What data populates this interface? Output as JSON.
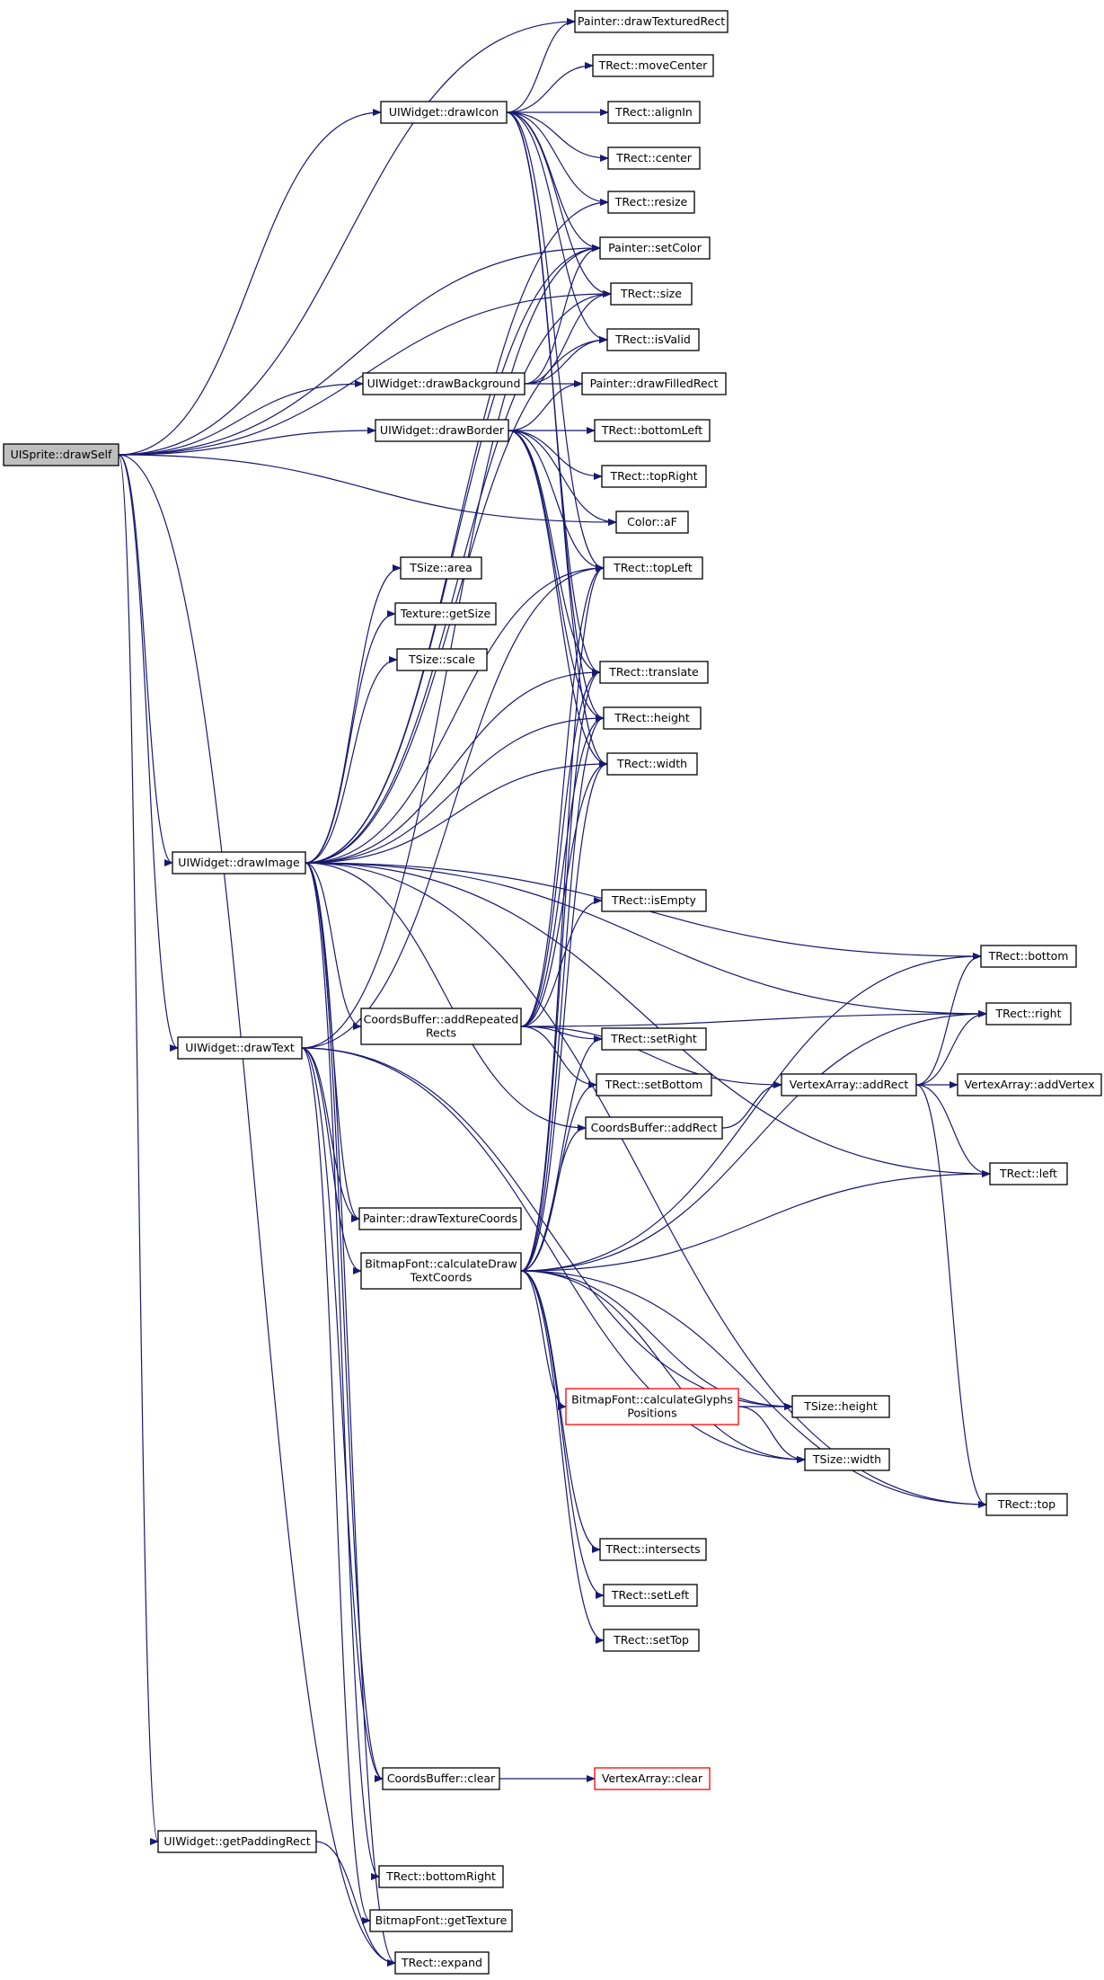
{
  "diagram": {
    "type": "call-graph",
    "edge_color": "#191970",
    "root_fill": "#bfbfbf",
    "highlight_border": "#ff0000",
    "nodes": [
      {
        "id": "drawSelf",
        "lines": [
          "UISprite::drawSelf"
        ],
        "root": true
      },
      {
        "id": "drawTexturedRect",
        "lines": [
          "Painter::drawTexturedRect"
        ]
      },
      {
        "id": "drawIcon",
        "lines": [
          "UIWidget::drawIcon"
        ]
      },
      {
        "id": "moveCenter",
        "lines": [
          "TRect::moveCenter"
        ]
      },
      {
        "id": "alignIn",
        "lines": [
          "TRect::alignIn"
        ]
      },
      {
        "id": "center",
        "lines": [
          "TRect::center"
        ]
      },
      {
        "id": "resize",
        "lines": [
          "TRect::resize"
        ]
      },
      {
        "id": "setColor",
        "lines": [
          "Painter::setColor"
        ]
      },
      {
        "id": "rsize",
        "lines": [
          "TRect::size"
        ]
      },
      {
        "id": "isValid",
        "lines": [
          "TRect::isValid"
        ]
      },
      {
        "id": "drawBackground",
        "lines": [
          "UIWidget::drawBackground"
        ]
      },
      {
        "id": "drawFilledRect",
        "lines": [
          "Painter::drawFilledRect"
        ]
      },
      {
        "id": "drawBorder",
        "lines": [
          "UIWidget::drawBorder"
        ]
      },
      {
        "id": "bottomLeft",
        "lines": [
          "TRect::bottomLeft"
        ]
      },
      {
        "id": "topRight",
        "lines": [
          "TRect::topRight"
        ]
      },
      {
        "id": "aF",
        "lines": [
          "Color::aF"
        ]
      },
      {
        "id": "topLeft",
        "lines": [
          "TRect::topLeft"
        ]
      },
      {
        "id": "area",
        "lines": [
          "TSize::area"
        ]
      },
      {
        "id": "getSize",
        "lines": [
          "Texture::getSize"
        ]
      },
      {
        "id": "scale",
        "lines": [
          "TSize::scale"
        ]
      },
      {
        "id": "translate",
        "lines": [
          "TRect::translate"
        ]
      },
      {
        "id": "rheight",
        "lines": [
          "TRect::height"
        ]
      },
      {
        "id": "rwidth",
        "lines": [
          "TRect::width"
        ]
      },
      {
        "id": "drawImage",
        "lines": [
          "UIWidget::drawImage"
        ]
      },
      {
        "id": "isEmpty",
        "lines": [
          "TRect::isEmpty"
        ]
      },
      {
        "id": "bottom",
        "lines": [
          "TRect::bottom"
        ]
      },
      {
        "id": "addRepeatedRects",
        "lines": [
          "CoordsBuffer::addRepeated",
          "Rects"
        ]
      },
      {
        "id": "right",
        "lines": [
          "TRect::right"
        ]
      },
      {
        "id": "drawText",
        "lines": [
          "UIWidget::drawText"
        ]
      },
      {
        "id": "setRight",
        "lines": [
          "TRect::setRight"
        ]
      },
      {
        "id": "setBottom",
        "lines": [
          "TRect::setBottom"
        ]
      },
      {
        "id": "addRectVA",
        "lines": [
          "VertexArray::addRect"
        ]
      },
      {
        "id": "addVertex",
        "lines": [
          "VertexArray::addVertex"
        ]
      },
      {
        "id": "addRectCB",
        "lines": [
          "CoordsBuffer::addRect"
        ]
      },
      {
        "id": "left",
        "lines": [
          "TRect::left"
        ]
      },
      {
        "id": "drawTextureCoords",
        "lines": [
          "Painter::drawTextureCoords"
        ]
      },
      {
        "id": "calcDrawTextCoords",
        "lines": [
          "BitmapFont::calculateDraw",
          "TextCoords"
        ]
      },
      {
        "id": "calcGlyphs",
        "lines": [
          "BitmapFont::calculateGlyphs",
          "Positions"
        ],
        "highlight": true
      },
      {
        "id": "sheight",
        "lines": [
          "TSize::height"
        ]
      },
      {
        "id": "swidth",
        "lines": [
          "TSize::width"
        ]
      },
      {
        "id": "top",
        "lines": [
          "TRect::top"
        ]
      },
      {
        "id": "intersects",
        "lines": [
          "TRect::intersects"
        ]
      },
      {
        "id": "setLeft",
        "lines": [
          "TRect::setLeft"
        ]
      },
      {
        "id": "setTop",
        "lines": [
          "TRect::setTop"
        ]
      },
      {
        "id": "cbClear",
        "lines": [
          "CoordsBuffer::clear"
        ]
      },
      {
        "id": "vaClear",
        "lines": [
          "VertexArray::clear"
        ],
        "highlight": true
      },
      {
        "id": "getPaddingRect",
        "lines": [
          "UIWidget::getPaddingRect"
        ]
      },
      {
        "id": "bottomRight",
        "lines": [
          "TRect::bottomRight"
        ]
      },
      {
        "id": "getTexture",
        "lines": [
          "BitmapFont::getTexture"
        ]
      },
      {
        "id": "expand",
        "lines": [
          "TRect::expand"
        ]
      }
    ],
    "edges": [
      [
        "drawSelf",
        "drawTexturedRect"
      ],
      [
        "drawSelf",
        "drawIcon"
      ],
      [
        "drawSelf",
        "setColor"
      ],
      [
        "drawSelf",
        "rsize"
      ],
      [
        "drawSelf",
        "drawBackground"
      ],
      [
        "drawSelf",
        "drawBorder"
      ],
      [
        "drawSelf",
        "aF"
      ],
      [
        "drawSelf",
        "drawImage"
      ],
      [
        "drawSelf",
        "drawText"
      ],
      [
        "drawSelf",
        "getPaddingRect"
      ],
      [
        "drawSelf",
        "expand"
      ],
      [
        "drawIcon",
        "moveCenter"
      ],
      [
        "drawIcon",
        "alignIn"
      ],
      [
        "drawIcon",
        "center"
      ],
      [
        "drawIcon",
        "resize"
      ],
      [
        "drawIcon",
        "setColor"
      ],
      [
        "drawIcon",
        "rsize"
      ],
      [
        "drawIcon",
        "isValid"
      ],
      [
        "drawIcon",
        "topLeft"
      ],
      [
        "drawIcon",
        "translate"
      ],
      [
        "drawIcon",
        "rheight"
      ],
      [
        "drawIcon",
        "rwidth"
      ],
      [
        "drawIcon",
        "drawTexturedRect"
      ],
      [
        "drawBackground",
        "setColor"
      ],
      [
        "drawBackground",
        "rsize"
      ],
      [
        "drawBackground",
        "isValid"
      ],
      [
        "drawBackground",
        "drawFilledRect"
      ],
      [
        "drawBorder",
        "drawFilledRect"
      ],
      [
        "drawBorder",
        "bottomLeft"
      ],
      [
        "drawBorder",
        "topRight"
      ],
      [
        "drawBorder",
        "aF"
      ],
      [
        "drawBorder",
        "topLeft"
      ],
      [
        "drawBorder",
        "translate"
      ],
      [
        "drawBorder",
        "rheight"
      ],
      [
        "drawBorder",
        "rwidth"
      ],
      [
        "drawImage",
        "area"
      ],
      [
        "drawImage",
        "getSize"
      ],
      [
        "drawImage",
        "scale"
      ],
      [
        "drawImage",
        "translate"
      ],
      [
        "drawImage",
        "rheight"
      ],
      [
        "drawImage",
        "rwidth"
      ],
      [
        "drawImage",
        "bottom"
      ],
      [
        "drawImage",
        "right"
      ],
      [
        "drawImage",
        "addRepeatedRects"
      ],
      [
        "drawImage",
        "addRectCB"
      ],
      [
        "drawImage",
        "left"
      ],
      [
        "drawImage",
        "drawTextureCoords"
      ],
      [
        "drawImage",
        "cbClear"
      ],
      [
        "drawImage",
        "top"
      ],
      [
        "drawImage",
        "bottomRight"
      ],
      [
        "drawImage",
        "expand"
      ],
      [
        "drawImage",
        "setColor"
      ],
      [
        "drawImage",
        "resize"
      ],
      [
        "drawImage",
        "rsize"
      ],
      [
        "drawImage",
        "isValid"
      ],
      [
        "drawImage",
        "topLeft"
      ],
      [
        "addRepeatedRects",
        "isEmpty"
      ],
      [
        "addRepeatedRects",
        "setRight"
      ],
      [
        "addRepeatedRects",
        "setBottom"
      ],
      [
        "addRepeatedRects",
        "addRectVA"
      ],
      [
        "addRepeatedRects",
        "rwidth"
      ],
      [
        "addRepeatedRects",
        "rheight"
      ],
      [
        "addRepeatedRects",
        "translate"
      ],
      [
        "addRepeatedRects",
        "topLeft"
      ],
      [
        "addRepeatedRects",
        "right"
      ],
      [
        "addRectCB",
        "addRectVA"
      ],
      [
        "addRectVA",
        "addVertex"
      ],
      [
        "addRectVA",
        "bottom"
      ],
      [
        "addRectVA",
        "right"
      ],
      [
        "addRectVA",
        "left"
      ],
      [
        "addRectVA",
        "top"
      ],
      [
        "drawText",
        "drawTextureCoords"
      ],
      [
        "drawText",
        "calcDrawTextCoords"
      ],
      [
        "drawText",
        "cbClear"
      ],
      [
        "drawText",
        "getTexture"
      ],
      [
        "drawText",
        "sheight"
      ],
      [
        "drawText",
        "swidth"
      ],
      [
        "drawText",
        "setColor"
      ],
      [
        "drawText",
        "topLeft"
      ],
      [
        "calcDrawTextCoords",
        "calcGlyphs"
      ],
      [
        "calcDrawTextCoords",
        "sheight"
      ],
      [
        "calcDrawTextCoords",
        "swidth"
      ],
      [
        "calcDrawTextCoords",
        "top"
      ],
      [
        "calcDrawTextCoords",
        "intersects"
      ],
      [
        "calcDrawTextCoords",
        "setLeft"
      ],
      [
        "calcDrawTextCoords",
        "setTop"
      ],
      [
        "calcDrawTextCoords",
        "setRight"
      ],
      [
        "calcDrawTextCoords",
        "setBottom"
      ],
      [
        "calcDrawTextCoords",
        "left"
      ],
      [
        "calcDrawTextCoords",
        "bottom"
      ],
      [
        "calcDrawTextCoords",
        "right"
      ],
      [
        "calcDrawTextCoords",
        "translate"
      ],
      [
        "calcDrawTextCoords",
        "rheight"
      ],
      [
        "calcDrawTextCoords",
        "rwidth"
      ],
      [
        "calcDrawTextCoords",
        "topLeft"
      ],
      [
        "calcDrawTextCoords",
        "addRectCB"
      ],
      [
        "calcGlyphs",
        "sheight"
      ],
      [
        "calcGlyphs",
        "swidth"
      ],
      [
        "cbClear",
        "vaClear"
      ],
      [
        "getPaddingRect",
        "expand"
      ]
    ]
  }
}
